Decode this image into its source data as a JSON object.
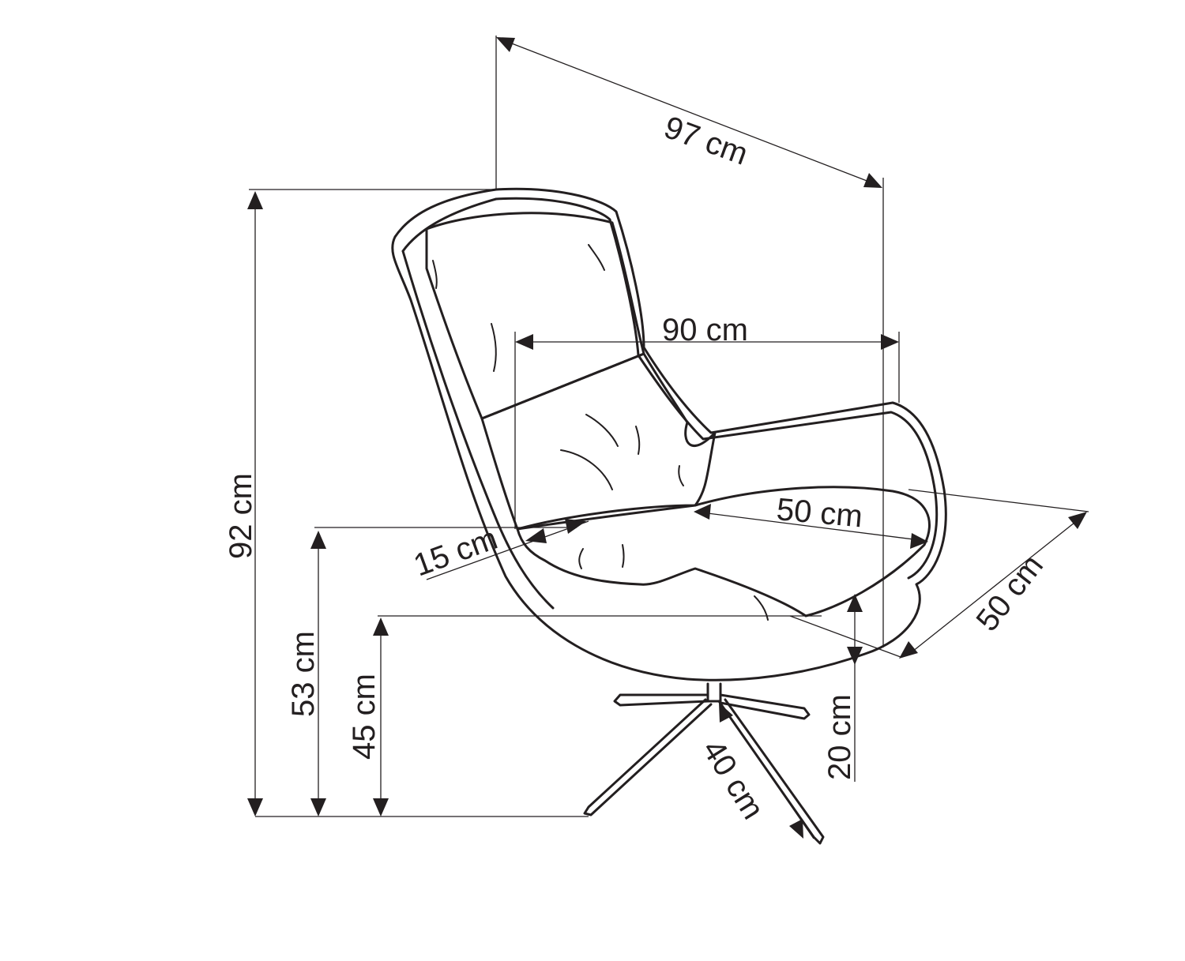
{
  "diagram": {
    "subject": "lounge chair with swivel base",
    "line_color": "#231f20",
    "background": "#ffffff",
    "dimensions": {
      "depth": "97 cm",
      "total_height": "92 cm",
      "width": "90 cm",
      "seat_depth": "50 cm",
      "seat_width": "50 cm",
      "armrest_thickness": "15 cm",
      "armrest_height": "53 cm",
      "seat_height": "45 cm",
      "seat_thickness": "20 cm",
      "leg_length": "40 cm"
    }
  }
}
